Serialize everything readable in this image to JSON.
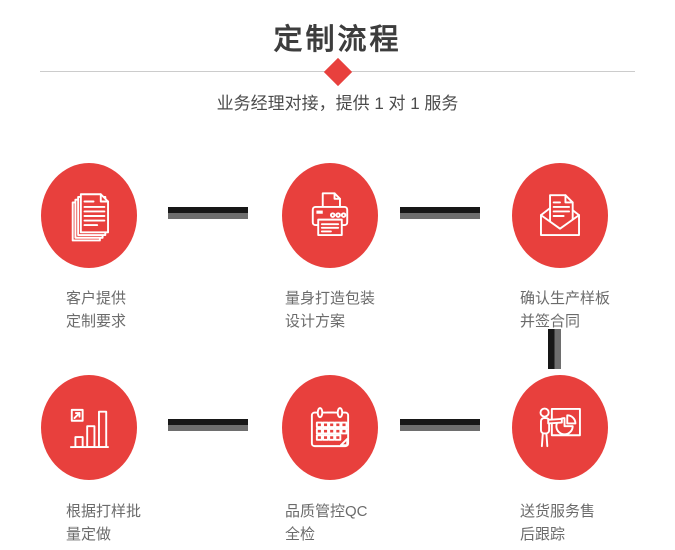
{
  "header": {
    "title": "定制流程",
    "subtitle": "业务经理对接，提供 1 对 1 服务"
  },
  "steps": [
    {
      "icon": "documents-icon",
      "line1": "客户提供",
      "line2": "定制要求"
    },
    {
      "icon": "printer-icon",
      "line1": "量身打造包装",
      "line2": "设计方案"
    },
    {
      "icon": "envelope-icon",
      "line1": "确认生产样板",
      "line2": "并签合同"
    },
    {
      "icon": "bar-chart-icon",
      "line1": "根据打样批",
      "line2": "量定做"
    },
    {
      "icon": "calendar-icon",
      "line1": "品质管控QC",
      "line2": "全检"
    },
    {
      "icon": "presentation-icon",
      "line1": "送货服务售",
      "line2": "后跟踪"
    }
  ],
  "colors": {
    "accent_red": "#e8403d",
    "connector_black": "#171717",
    "connector_gray": "#6e6e6e",
    "divider_gray": "#cccccc",
    "title_text": "#3d3d3d",
    "label_text": "#6b6b6b"
  }
}
